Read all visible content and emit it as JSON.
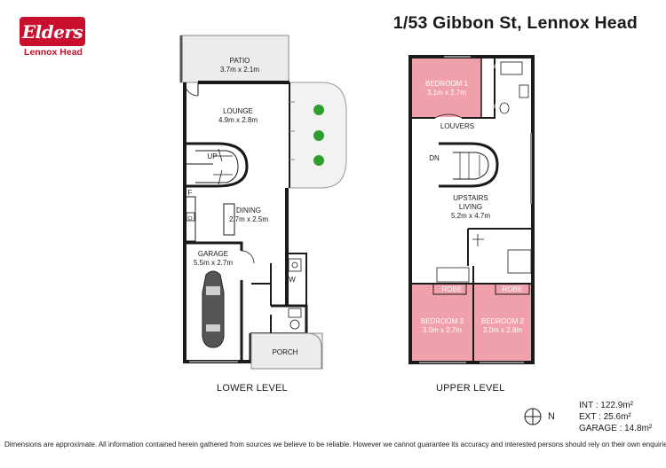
{
  "brand": {
    "logo_text": "Elders",
    "office": "Lennox Head"
  },
  "title": "1/53 Gibbon St, Lennox Head",
  "lower_level": {
    "label": "LOWER LEVEL",
    "rooms": {
      "patio": {
        "name": "PATIO",
        "dims": "3.7m x 2.1m"
      },
      "lounge": {
        "name": "LOUNGE",
        "dims": "4.9m x 2.8m"
      },
      "dining": {
        "name": "DINING",
        "dims": "2.7m x 2.5m"
      },
      "garage": {
        "name": "GARAGE",
        "dims": "5.5m x 2.7m"
      },
      "porch": {
        "name": "PORCH"
      }
    },
    "tags": {
      "up": "UP",
      "fridge": "F",
      "laundry": "W"
    }
  },
  "upper_level": {
    "label": "UPPER LEVEL",
    "rooms": {
      "bedroom1": {
        "name": "BEDROOM 1",
        "dims": "3.1m x 2.7m"
      },
      "living": {
        "name": "UPSTAIRS",
        "name2": "LIVING",
        "dims": "5.2m x 4.7m"
      },
      "bedroom3": {
        "name": "BEDROOM 3",
        "dims": "3.0m x 2.7m"
      },
      "bedroom2": {
        "name": "BEDROOM 2",
        "dims": "3.0m x 2.8m"
      }
    },
    "tags": {
      "louvers": "LOUVERS",
      "down": "DN",
      "robe": "ROBE",
      "robe_small": "ROBE"
    }
  },
  "compass": {
    "label": "N"
  },
  "areas": {
    "internal": "INT :  122.9m²",
    "external": "EXT :  25.6m²",
    "garage": "GARAGE :  14.8m²"
  },
  "disclaimer": "Dimensions are approximate. All information contained herein gathered from sources we believe to be reliable. However we cannot guarantee its accuracy and interested persons should rely on their own enquiries.",
  "colors": {
    "brand_red": "#c8102e",
    "bedroom_pink": "#f0a0aa",
    "wall": "#1a1a1a",
    "deck_grey": "#e8e8e8",
    "plant_green": "#2e9e2e"
  }
}
